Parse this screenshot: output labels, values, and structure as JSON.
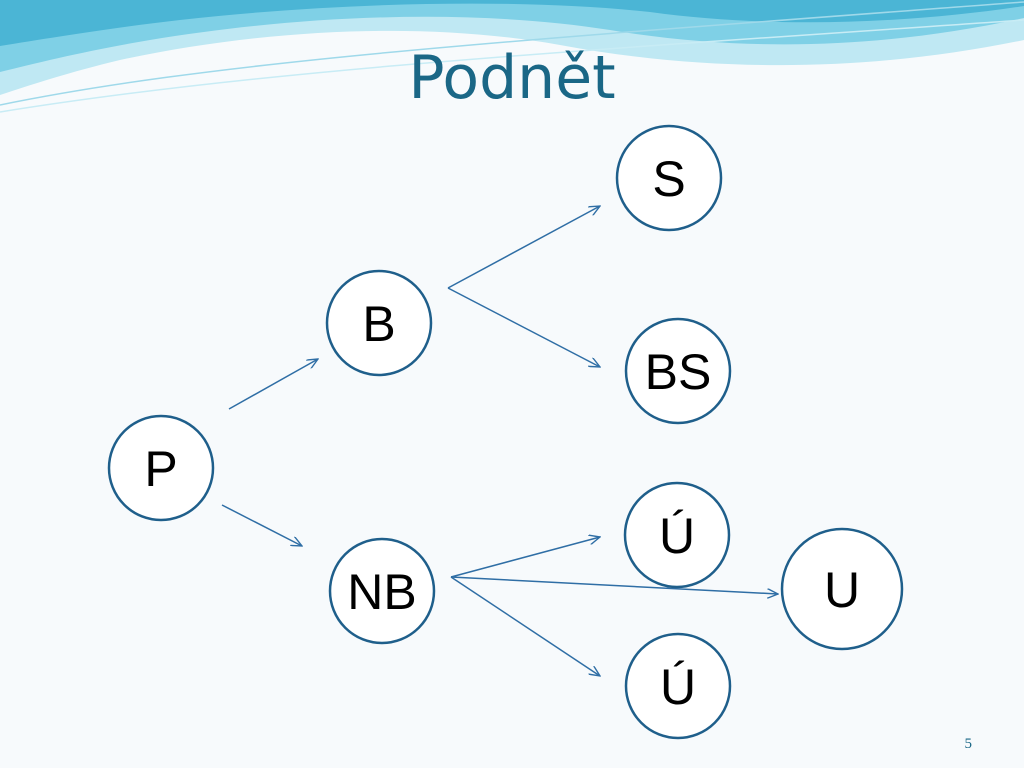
{
  "slide": {
    "title": "Podnět",
    "page_number": "5"
  },
  "colors": {
    "title": "#1a6786",
    "node_stroke": "#1f5f8b",
    "arrow": "#2f6ea5",
    "wave_light": "#bfe8f3",
    "wave_mid": "#7fd0e6",
    "wave_dark": "#4bb5d5"
  },
  "diagram": {
    "nodes": [
      {
        "id": "P",
        "label": "P"
      },
      {
        "id": "B",
        "label": "B"
      },
      {
        "id": "NB",
        "label": "NB"
      },
      {
        "id": "S",
        "label": "S"
      },
      {
        "id": "BS",
        "label": "BS"
      },
      {
        "id": "U1",
        "label": "Ú"
      },
      {
        "id": "U",
        "label": "U"
      },
      {
        "id": "U2",
        "label": "Ú"
      }
    ],
    "edges": [
      {
        "from": "P",
        "to": "B"
      },
      {
        "from": "P",
        "to": "NB"
      },
      {
        "from": "B",
        "to": "S"
      },
      {
        "from": "B",
        "to": "BS"
      },
      {
        "from": "NB",
        "to": "U1"
      },
      {
        "from": "NB",
        "to": "U"
      },
      {
        "from": "NB",
        "to": "U2"
      }
    ]
  }
}
